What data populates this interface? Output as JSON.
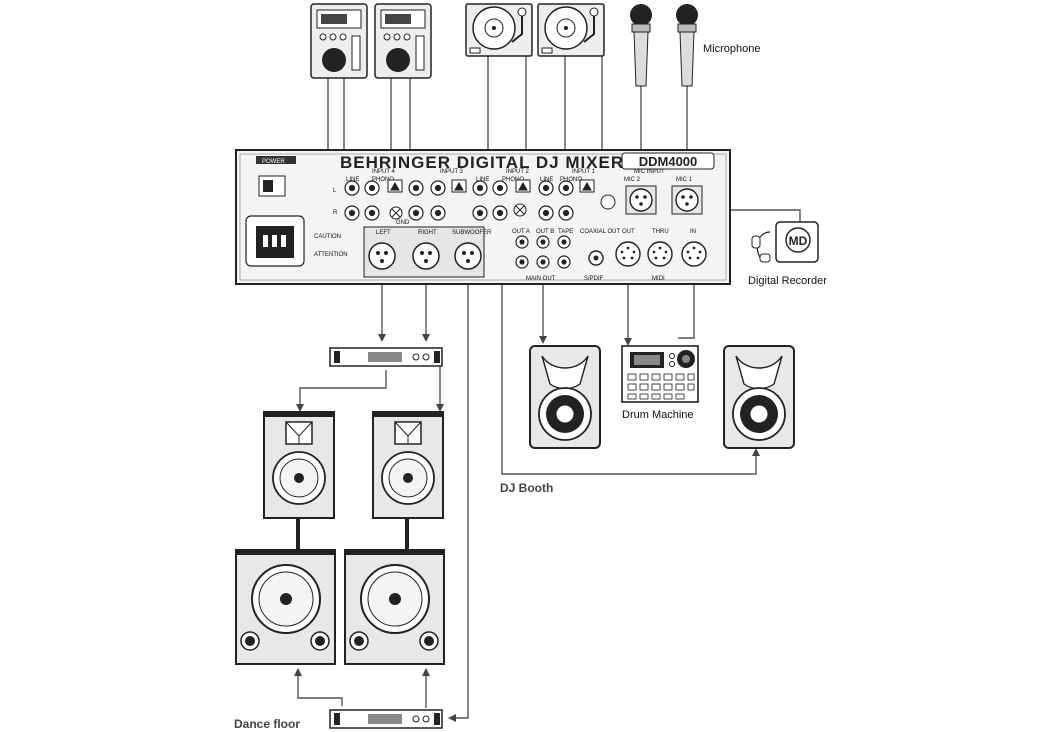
{
  "labels": {
    "microphone": "Microphone",
    "digital_recorder": "Digital Recorder",
    "drum_machine": "Drum Machine",
    "dj_booth": "DJ Booth",
    "dance_floor": "Dance floor"
  },
  "mixer": {
    "brand_title": "BEHRINGER DIGITAL DJ MIXER",
    "model_badge": "DDM4000",
    "power": "POWER",
    "caution": "CAUTION",
    "attention": "ATTENTION",
    "inputs": [
      "INPUT 4",
      "INPUT 3",
      "INPUT 2",
      "INPUT 1"
    ],
    "mic_input": "MIC INPUT",
    "line": "LINE",
    "phono": "PHONO",
    "gnd": "GND",
    "mic2": "MIC 2",
    "mic1": "MIC 1",
    "left": "LEFT",
    "right": "RIGHT",
    "subwoofer": "SUBWOOFER",
    "out_a": "OUT A",
    "out_b": "OUT B",
    "tape": "TAPE",
    "coaxial_out": "COAXIAL OUT",
    "midi_out": "OUT",
    "midi_thru": "THRU",
    "midi_in": "IN",
    "main_out": "MAIN OUT",
    "spdif": "S/PDIF",
    "midi": "MIDI",
    "line_mid_lbl": "L",
    "line_mid_lbl_r": "R"
  },
  "recorder_badge": "MD"
}
